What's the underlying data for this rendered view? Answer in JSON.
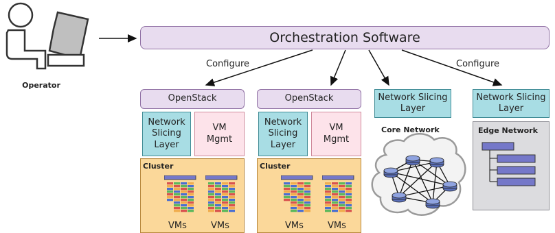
{
  "operator_label": "Operator",
  "orchestration": "Orchestration Software",
  "configure_left": "Configure",
  "configure_right": "Configure",
  "clusters": [
    {
      "openstack": "OpenStack",
      "nsl": "Network\nSlicing\nLayer",
      "vm_mgmt": "VM\nMgmt",
      "cluster_label": "Cluster",
      "vms_label": "VMs"
    },
    {
      "openstack": "OpenStack",
      "nsl": "Network\nSlicing\nLayer",
      "vm_mgmt": "VM\nMgmt",
      "cluster_label": "Cluster",
      "vms_label": "VMs"
    }
  ],
  "core": {
    "nsl": "Network Slicing\nLayer",
    "title": "Core Network"
  },
  "edge": {
    "nsl": "Network Slicing\nLayer",
    "title": "Edge Network"
  },
  "colors": {
    "lavender": "#e8dcef",
    "cyan": "#a8dde4",
    "pink": "#fde3ea",
    "cluster": "#fbd89a",
    "edge": "#dcdcdf",
    "server": "#7578c9",
    "vm_palette": [
      "#d9534f",
      "#5cb85c",
      "#4a6fd1",
      "#f0ad4e"
    ]
  }
}
